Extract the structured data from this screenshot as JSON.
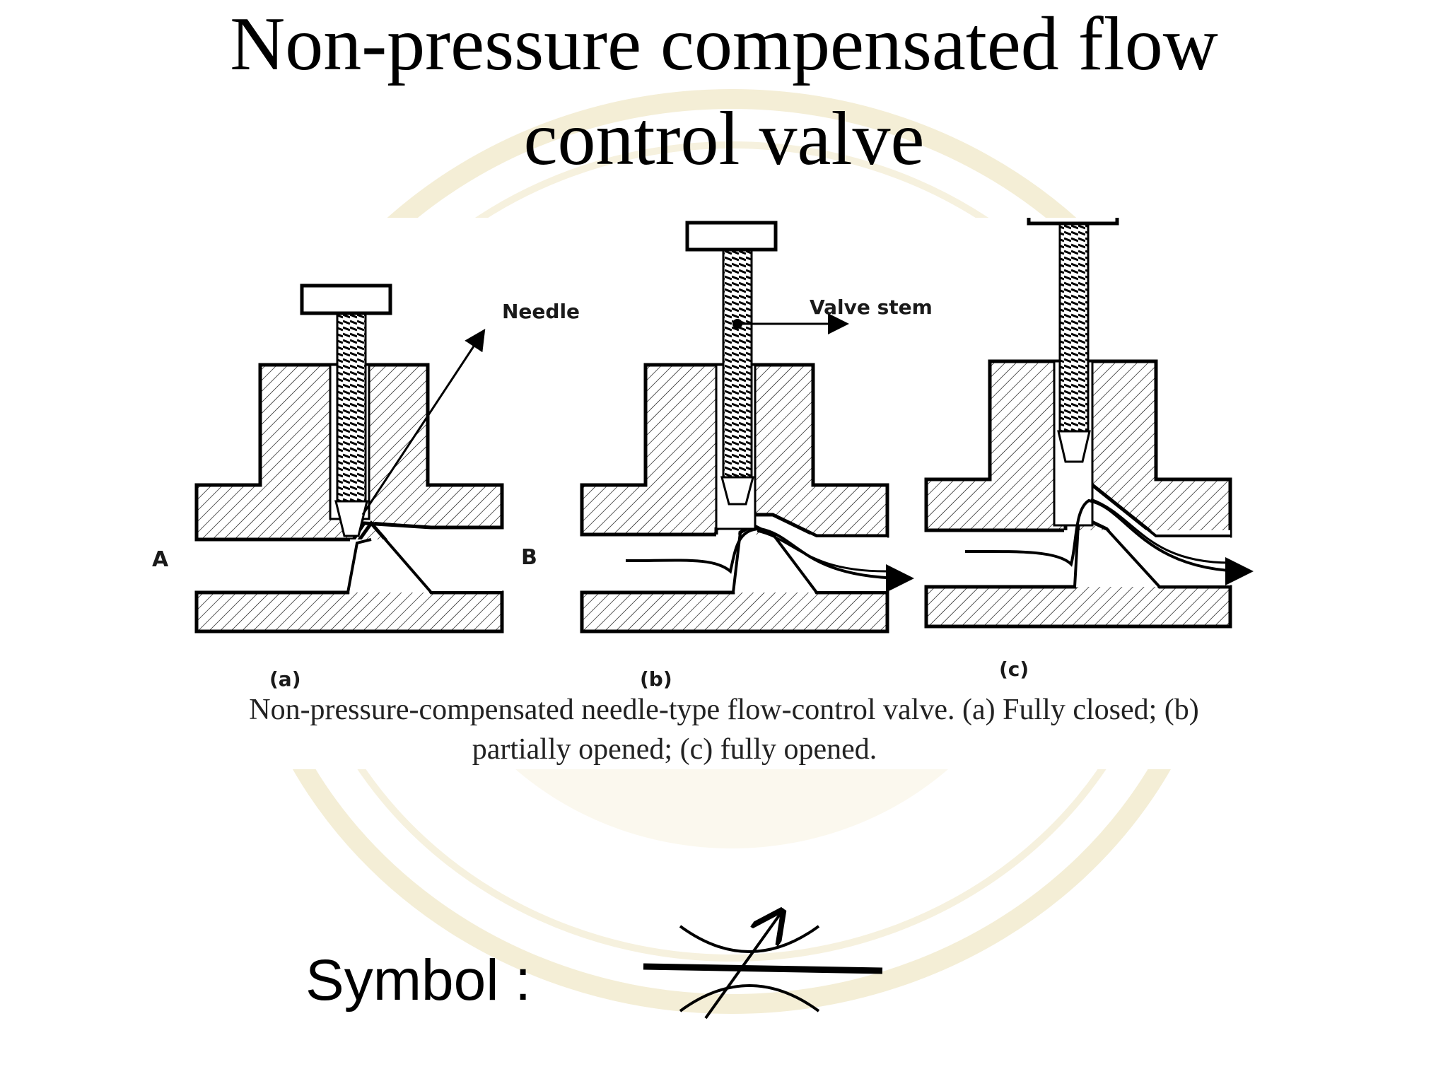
{
  "slide": {
    "title_line1": "Non-pressure compensated flow",
    "title_line2": "control valve"
  },
  "figure": {
    "callout_needle": "Needle",
    "callout_valve_stem": "Valve stem",
    "port_a": "A",
    "port_b": "B",
    "panel_labels": [
      "(a)",
      "(b)",
      "(c)"
    ],
    "caption_line1": "Non-pressure-compensated needle-type flow-control valve. (a) Fully closed; (b)",
    "caption_line2": "partially opened; (c) fully opened."
  },
  "symbol": {
    "label": "Symbol :"
  },
  "colors": {
    "ink": "#000000",
    "watermark": "#f3ecd2"
  }
}
